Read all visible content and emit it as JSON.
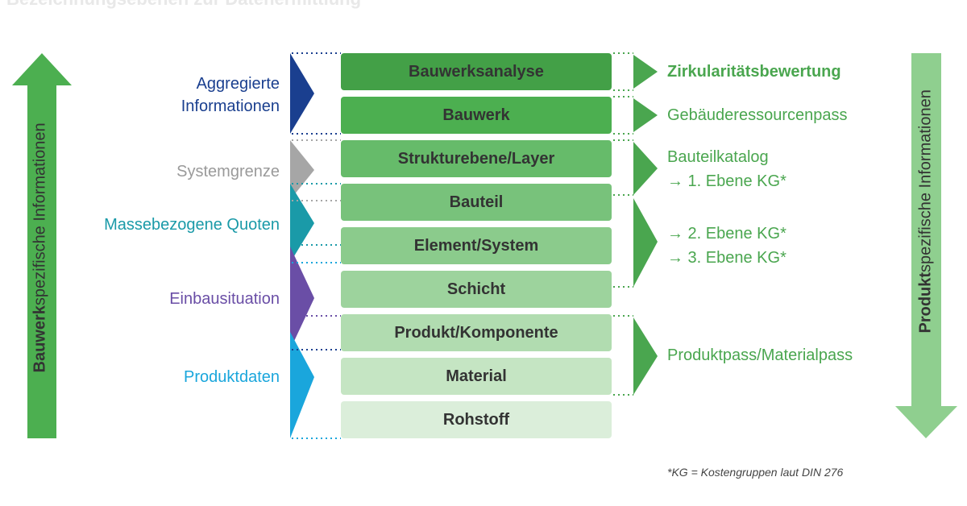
{
  "header": {
    "title_cut": "Bezeichnungsebenen zur Datenermittlung"
  },
  "left_arrow": {
    "label_bold": "Bauwerk",
    "label_rest": "spezifische Informationen",
    "color": "#4caf50"
  },
  "right_arrow": {
    "label_bold": "Produkt",
    "label_rest": "spezifische Informationen",
    "color": "#8fcf8f"
  },
  "stack": [
    {
      "label": "Bauwerksanalyse",
      "color": "#43a047"
    },
    {
      "label": "Bauwerk",
      "color": "#4caf50"
    },
    {
      "label": "Strukturebene/Layer",
      "color": "#66bb6a"
    },
    {
      "label": "Bauteil",
      "color": "#78c27b"
    },
    {
      "label": "Element/System",
      "color": "#8bcb8c"
    },
    {
      "label": "Schicht",
      "color": "#9dd39d"
    },
    {
      "label": "Produkt/Komponente",
      "color": "#b1dcb0"
    },
    {
      "label": "Material",
      "color": "#c5e5c3"
    },
    {
      "label": "Rohstoff",
      "color": "#dbeeda"
    }
  ],
  "left_categories": [
    {
      "label": "Aggregierte Informationen",
      "line1": "Aggregierte",
      "line2": "Informationen",
      "color": "#1a3f8f"
    },
    {
      "label": "Systemgrenze",
      "color": "#9a9a9a"
    },
    {
      "label": "Massebezogene Quoten",
      "color": "#1a9aa8"
    },
    {
      "label": "Einbausituation",
      "color": "#6a4ea6"
    },
    {
      "label": "Produktdaten",
      "color": "#1aa6dc"
    }
  ],
  "right_labels": {
    "zirkularitaet": "Zirkularitätsbewertung",
    "gebaeude": "Gebäuderessourcenpass",
    "bauteilkatalog": "Bauteilkatalog",
    "ebene1": "→ 1. Ebene KG*",
    "ebene2": "→ 2. Ebene KG*",
    "ebene3": "→ 3. Ebene KG*",
    "produktpass": "Produktpass/Materialpass"
  },
  "footnote": "*KG = Kostengruppen laut DIN 276"
}
